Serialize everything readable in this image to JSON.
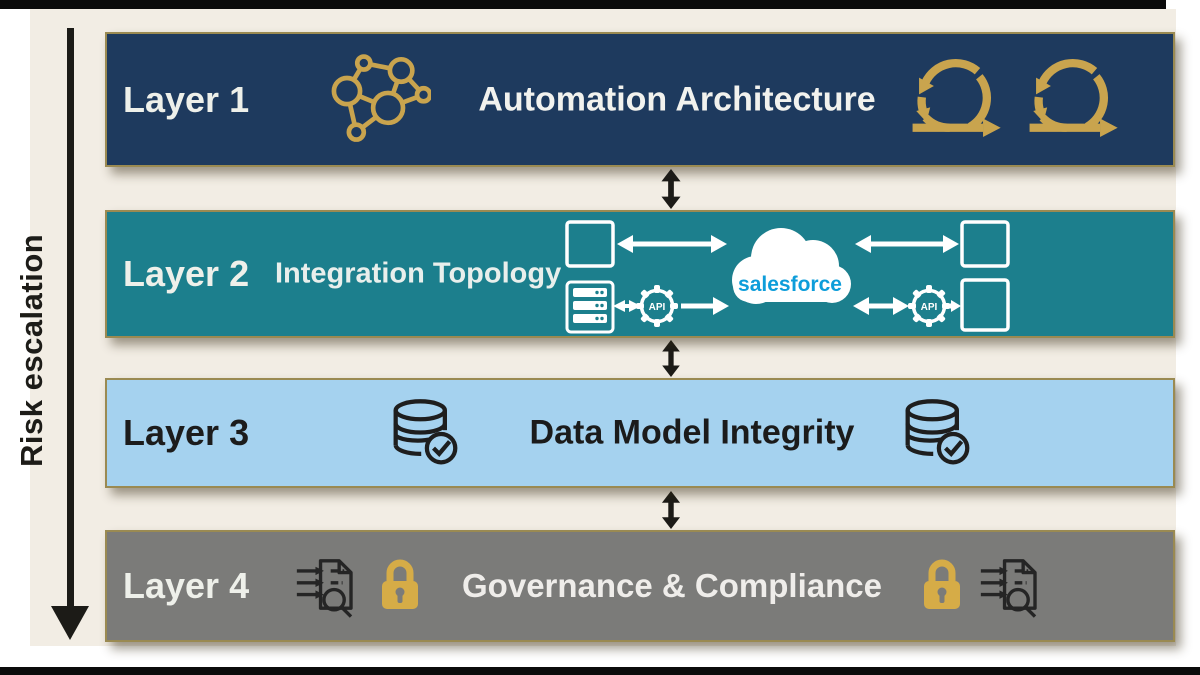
{
  "diagram": {
    "risk_axis_label": "Risk escalation",
    "layers": [
      {
        "label": "Layer 1",
        "title": "Automation Architecture",
        "icons": [
          "network-icon",
          "iteration-cycle-icon",
          "iteration-cycle-icon"
        ]
      },
      {
        "label": "Layer 2",
        "title": "Integration Topology",
        "icons": [
          "system-square-icon",
          "server-icon",
          "api-gear-icon",
          "salesforce-cloud-logo",
          "api-gear-icon",
          "system-square-icon"
        ]
      },
      {
        "label": "Layer 3",
        "title": "Data Model Integrity",
        "icons": [
          "database-check-icon",
          "database-check-icon"
        ]
      },
      {
        "label": "Layer 4",
        "title": "Governance & Compliance",
        "icons": [
          "audit-search-icon",
          "padlock-icon",
          "padlock-icon",
          "audit-search-icon"
        ]
      }
    ],
    "integration_diagram": {
      "salesforce_text": "salesforce",
      "api_label": "API"
    },
    "colors": {
      "layer1_bg": "#1E3A5E",
      "layer2_bg": "#1C7F8D",
      "layer3_bg": "#A5D2EF",
      "layer4_bg": "#7B7B79",
      "gold_accent": "#C9A44E",
      "background_cream": "#F2EDE4",
      "border_gold": "#9A8A52",
      "salesforce_blue": "#0D9DDA",
      "arrow_black": "#1C1B17"
    }
  }
}
